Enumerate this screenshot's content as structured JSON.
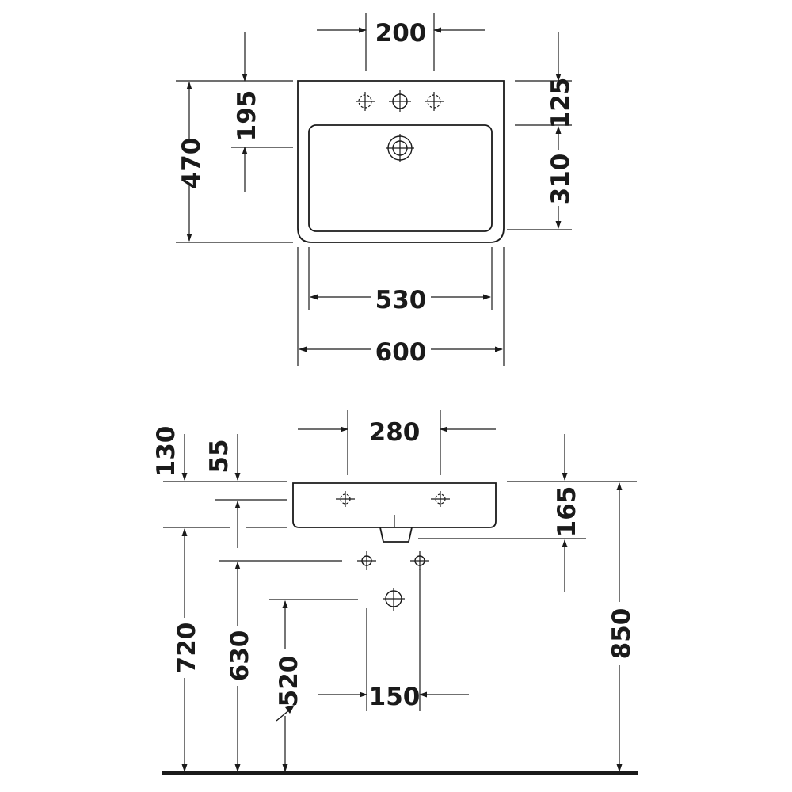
{
  "top_view": {
    "labels": {
      "tap_hole_spacing": "200",
      "overall_depth": "470",
      "tap_to_bowl_edge": "195",
      "back_to_tap_hole": "125",
      "bowl_depth": "310",
      "bowl_width": "530",
      "overall_width": "600"
    }
  },
  "front_view": {
    "labels": {
      "tap_hole_spacing": "280",
      "rim_offset": "130",
      "rim_thickness": "55",
      "basin_height": "165",
      "rim_height": "850",
      "supply_height_high": "720",
      "supply_height": "630",
      "waste_height": "520",
      "supply_spacing": "150"
    }
  },
  "colors": {
    "line": "#1a1a1a",
    "background": "#ffffff"
  }
}
